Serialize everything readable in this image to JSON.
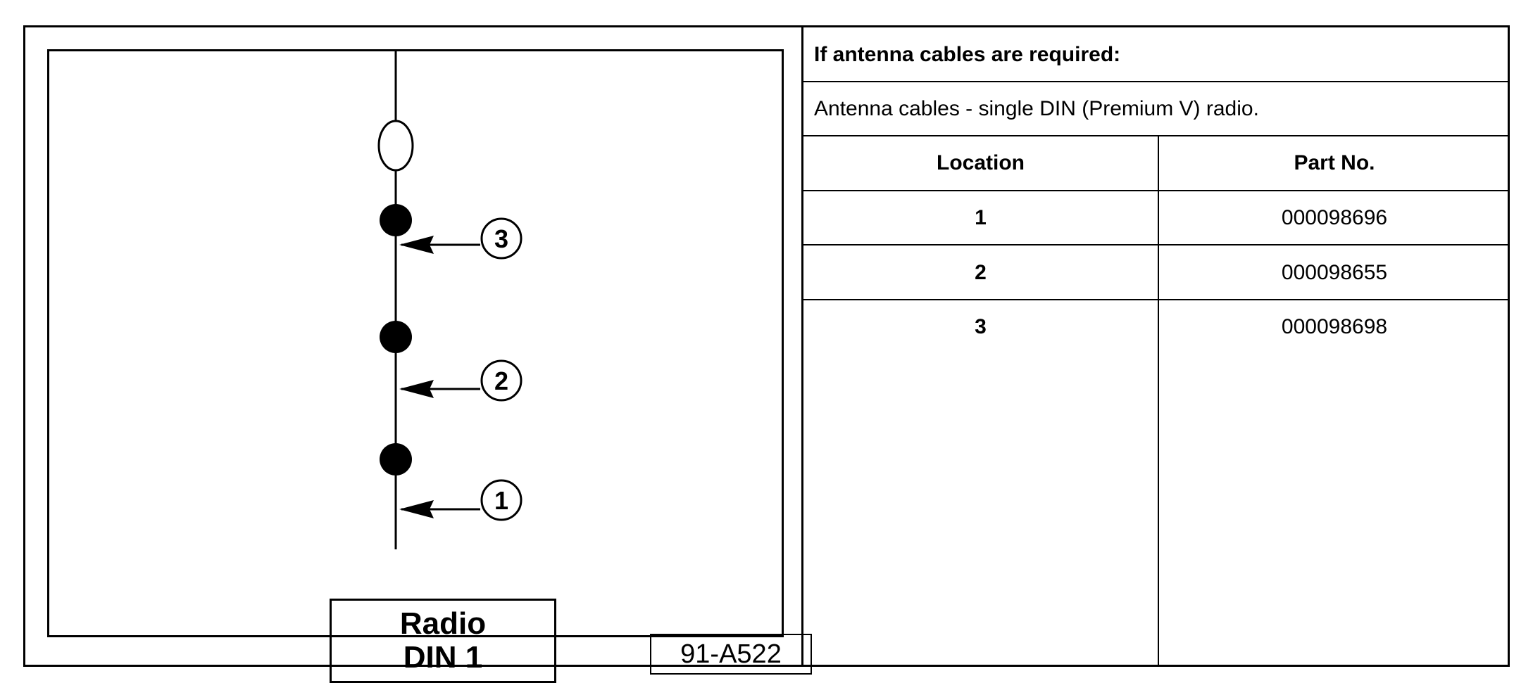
{
  "figure": {
    "code": "91-A522",
    "radio_label_line1": "Radio",
    "radio_label_line2": "DIN 1",
    "callouts": [
      "3",
      "2",
      "1"
    ]
  },
  "section": {
    "heading": "If antenna cables are required:",
    "description": "Antenna cables - single DIN (Premium V) radio."
  },
  "table": {
    "headers": [
      "Location",
      "Part No."
    ],
    "rows": [
      {
        "location": "1",
        "part_no": "000098696"
      },
      {
        "location": "2",
        "part_no": "000098655"
      },
      {
        "location": "3",
        "part_no": "000098698"
      }
    ]
  }
}
